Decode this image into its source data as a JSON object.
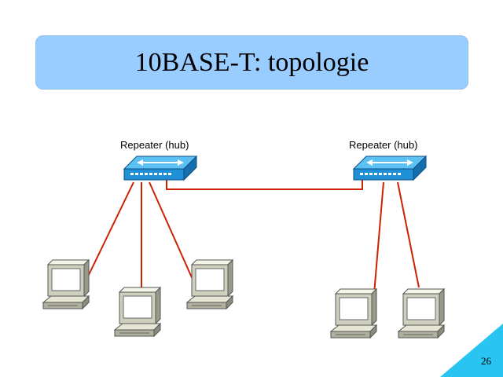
{
  "slide": {
    "title": "10BASE-T: topologie",
    "page_number": "26"
  },
  "hubs": [
    {
      "label": "Repeater (hub)"
    },
    {
      "label": "Repeater (hub)"
    }
  ],
  "colors": {
    "title_bg": "#99ccff",
    "link": "#cc2200",
    "hub_blue": "#1f8fd6",
    "corner": "#29c4f2"
  },
  "icons": {
    "hub": "network-hub-icon",
    "pc": "desktop-computer-icon"
  }
}
